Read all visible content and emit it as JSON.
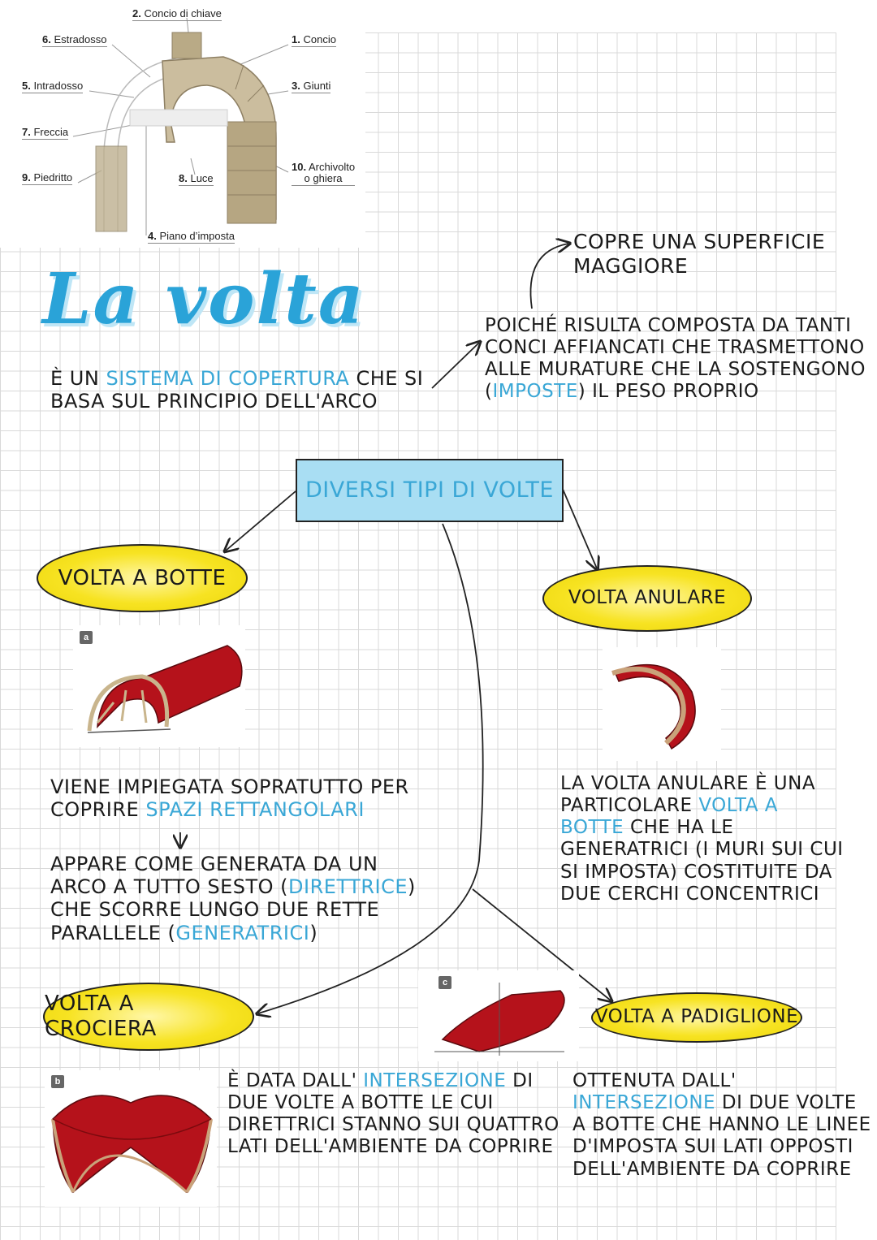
{
  "arch_labels": {
    "l1": {
      "num": "1.",
      "text": "Concio"
    },
    "l2": {
      "num": "2.",
      "text": "Concio di chiave"
    },
    "l3": {
      "num": "3.",
      "text": "Giunti"
    },
    "l4": {
      "num": "4.",
      "text": "Piano d’imposta"
    },
    "l5": {
      "num": "5.",
      "text": "Intradosso"
    },
    "l6": {
      "num": "6.",
      "text": "Estradosso"
    },
    "l7": {
      "num": "7.",
      "text": "Freccia"
    },
    "l8": {
      "num": "8.",
      "text": "Luce"
    },
    "l9": {
      "num": "9.",
      "text": "Piedritto"
    },
    "l10": {
      "num": "10.",
      "text": "Archivolto",
      "text2": "o ghiera"
    }
  },
  "title": "La volta",
  "definition": {
    "part1": "È UN ",
    "highlight": "SISTEMA DI COPERTURA",
    "part2": " CHE SI BASA SUL PRINCIPIO DELL'ARCO"
  },
  "note_cover": "COPRE UNA SUPERFICIE MAGGIORE",
  "note_because": {
    "part1": "POICHÉ RISULTA COMPOSTA DA TANTI CONCI AFFIANCATI CHE TRASMETTONO ALLE MURATURE CHE LA SOSTENGONO (",
    "highlight": "IMPOSTE",
    "part2": ") IL PESO PROPRIO"
  },
  "types_box": "DIVERSI TIPI DI VOLTE",
  "types": {
    "botte": "VOLTA A BOTTE",
    "anulare": "VOLTA ANULARE",
    "crociera": "VOLTA A CROCIERA",
    "padiglione": "VOLTA A PADIGLIONE"
  },
  "figure_tags": {
    "a": "a",
    "b": "b",
    "c": "c"
  },
  "botte_text": {
    "line1": "VIENE IMPIEGATA SOPRATUTTO PER COPRIRE ",
    "highlight1": "SPAZI RETTANGOLARI",
    "line2": "APPARE COME GENERATA DA UN ARCO A TUTTO SESTO (",
    "highlight2": "DIRETTRICE",
    "line3": ") CHE SCORRE LUNGO DUE RETTE PARALLELE (",
    "highlight3": "GENERATRICI",
    "line4": ")"
  },
  "anulare_text": {
    "line1": "LA VOLTA ANULARE È UNA PARTICOLARE ",
    "highlight": "VOLTA A BOTTE",
    "line2": " CHE HA LE GENERATRICI (I MURI SUI CUI SI IMPOSTA) COSTITUITE DA DUE CERCHI CONCENTRICI"
  },
  "crociera_text": {
    "line1": "È DATA DALL' ",
    "highlight": "INTERSEZIONE",
    "line2": " DI DUE VOLTE A BOTTE LE CUI DIRETTRICI STANNO SUI QUATTRO LATI DELL'AMBIENTE DA COPRIRE"
  },
  "padiglione_text": {
    "line1": "OTTENUTA DALL' ",
    "highlight": "INTERSEZIONE",
    "line2": " DI DUE VOLTE A BOTTE CHE HANNO LE LINEE D'IMPOSTA SUI LATI OPPOSTI DELL'AMBIENTE DA COPRIRE"
  },
  "colors": {
    "accent_blue": "#3aa7d6",
    "box_fill": "#a9def3",
    "ellipse_yellow": "#f7e322",
    "vault_red": "#b5121b"
  }
}
